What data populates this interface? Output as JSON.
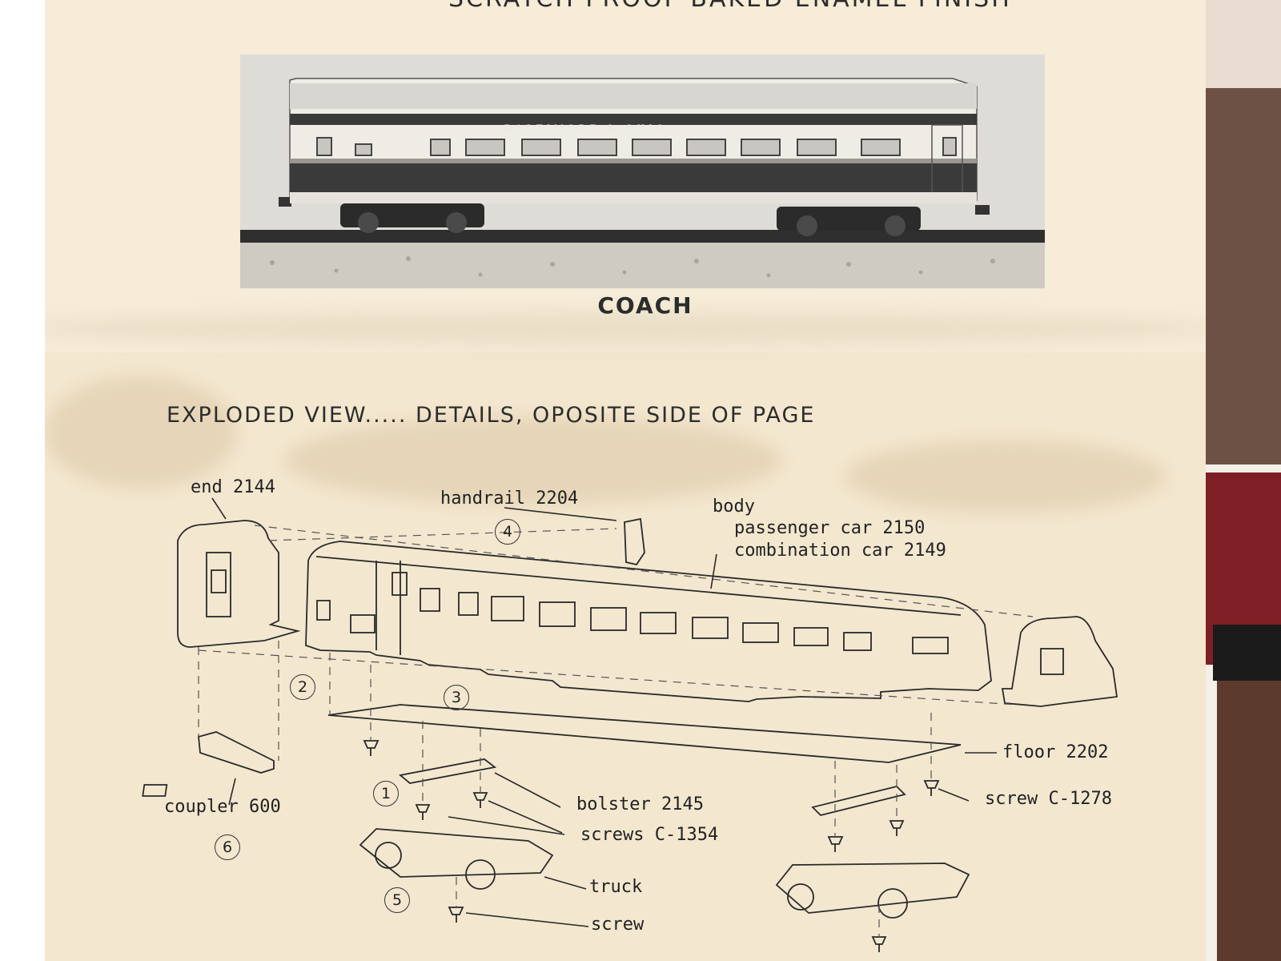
{
  "page": {
    "top_banner": "SCRATCH PROOF BAKED ENAMEL FINISH",
    "photo_caption": "COACH",
    "car_lettering": "BALTIMORE & OHIO",
    "section_heading": "EXPLODED VIEW..... DETAILS, OPOSITE SIDE OF PAGE"
  },
  "parts": {
    "end": "end 2144",
    "handrail": "handrail 2204",
    "body": "body",
    "body_passenger": "passenger car 2150",
    "body_combination": "combination car 2149",
    "floor": "floor 2202",
    "screw_c1278": "screw C-1278",
    "bolster": "bolster 2145",
    "screws_c1354": "screws C-1354",
    "truck": "truck",
    "screw": "screw",
    "coupler": "coupler 600"
  },
  "callouts": [
    "1",
    "2",
    "3",
    "4",
    "5",
    "6"
  ]
}
